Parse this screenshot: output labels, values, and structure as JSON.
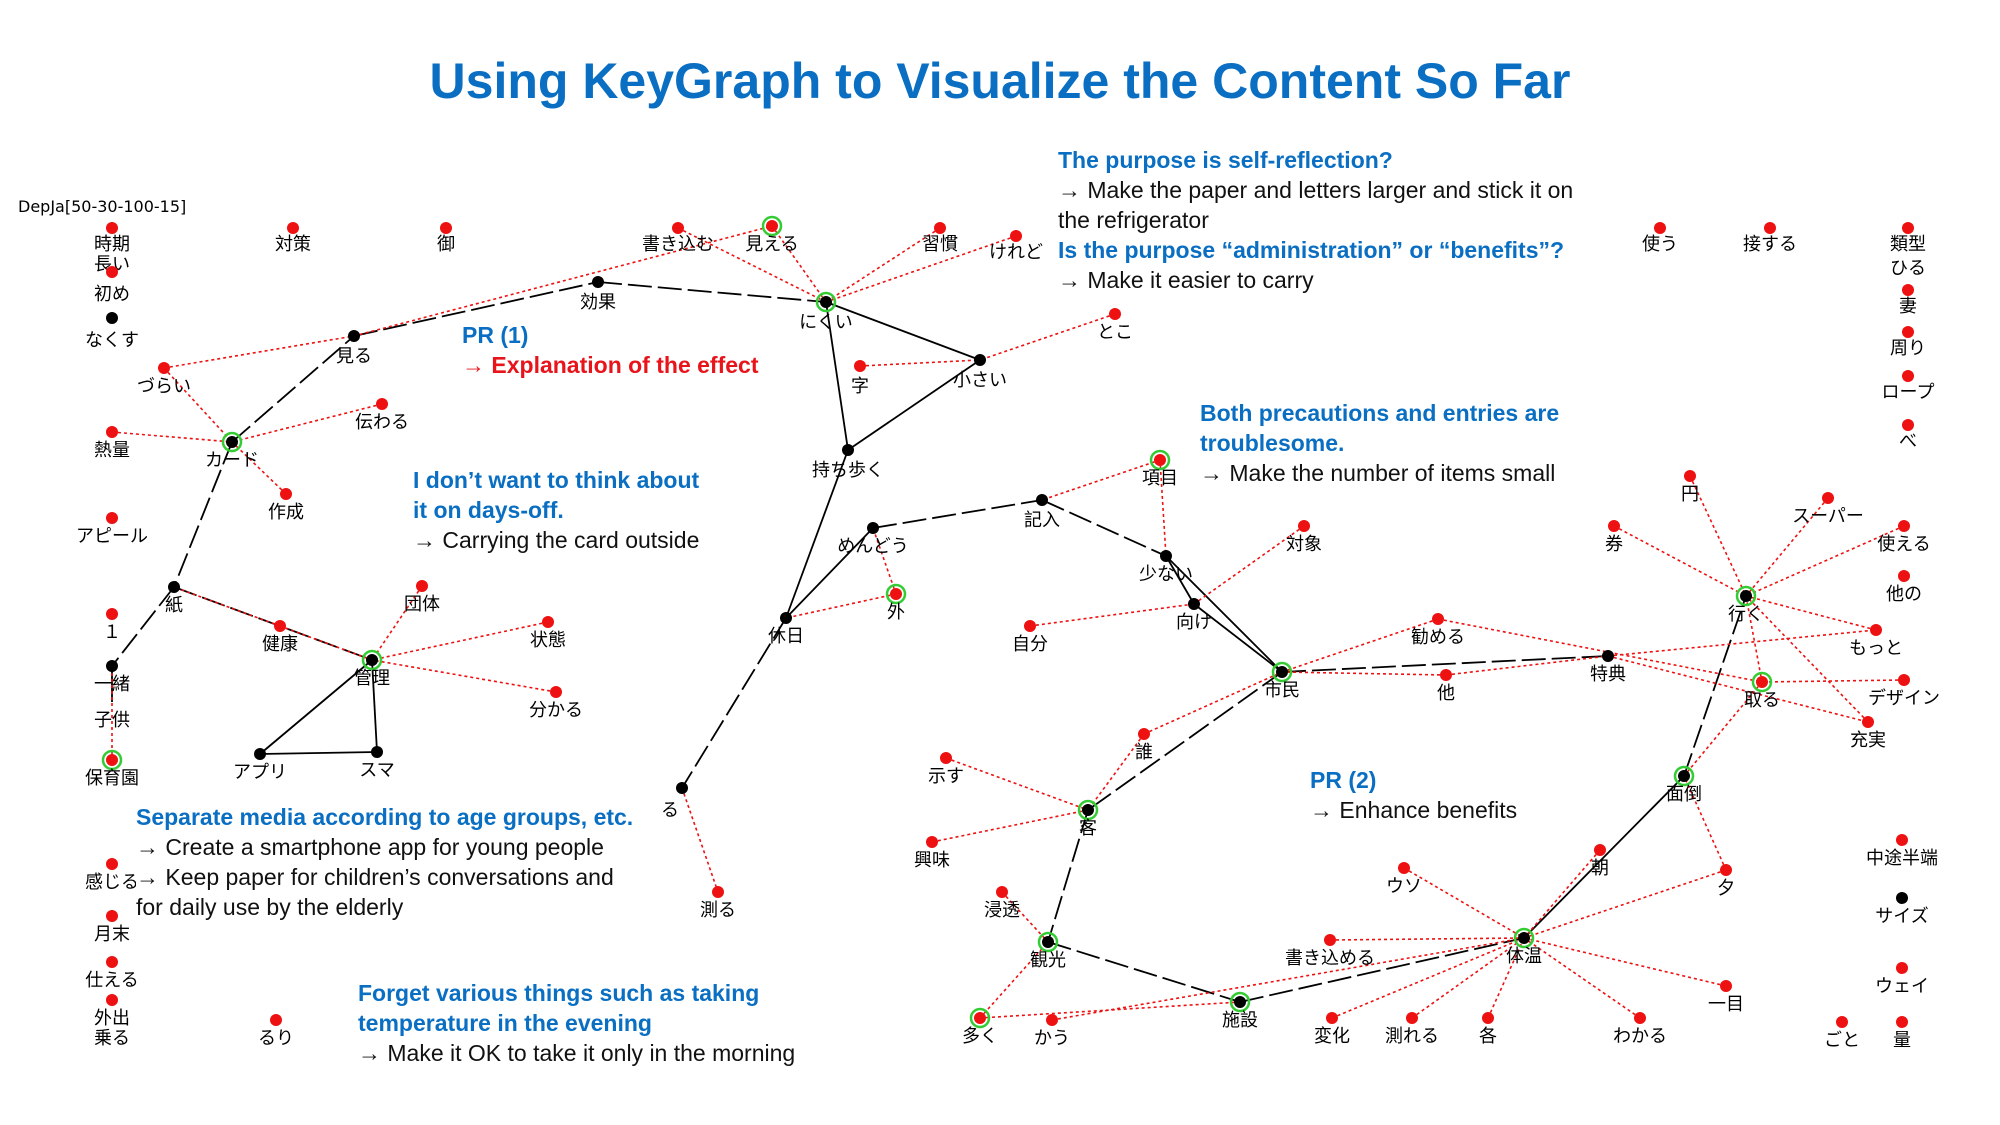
{
  "title": "Using KeyGraph to Visualize the Content So Far",
  "graph": {
    "label": "DepJa[50-30-100-15]",
    "colors": {
      "black_node": "#000000",
      "red_node": "#ee1111",
      "halo": "#33cc33",
      "red_edge": "#ee1111",
      "black_edge": "#000000"
    },
    "nodes": [
      {
        "id": "jiki",
        "label": "時期",
        "type": "red"
      },
      {
        "id": "nagai",
        "label": "長い",
        "type": "none"
      },
      {
        "id": "hajime",
        "label": "初め",
        "type": "red"
      },
      {
        "id": "nakusu",
        "label": "なくす",
        "type": "black"
      },
      {
        "id": "taisaku",
        "label": "対策",
        "type": "red"
      },
      {
        "id": "on",
        "label": "御",
        "type": "red"
      },
      {
        "id": "kakikomu",
        "label": "書き込む",
        "type": "red"
      },
      {
        "id": "mieru",
        "label": "見える",
        "type": "red",
        "halo": true
      },
      {
        "id": "shukan",
        "label": "習慣",
        "type": "red"
      },
      {
        "id": "keredo",
        "label": "けれど",
        "type": "red"
      },
      {
        "id": "tsukau",
        "label": "使う",
        "type": "red"
      },
      {
        "id": "sessuru",
        "label": "接する",
        "type": "red"
      },
      {
        "id": "ruikei",
        "label": "類型",
        "type": "red"
      },
      {
        "id": "hiru",
        "label": "ひる",
        "type": "none"
      },
      {
        "id": "tsuma",
        "label": "妻",
        "type": "red"
      },
      {
        "id": "mawari",
        "label": "周り",
        "type": "red"
      },
      {
        "id": "rope",
        "label": "ロープ",
        "type": "red"
      },
      {
        "id": "be",
        "label": "べ",
        "type": "red"
      },
      {
        "id": "koka",
        "label": "効果",
        "type": "black"
      },
      {
        "id": "nikui",
        "label": "にくい",
        "type": "black",
        "halo": true
      },
      {
        "id": "toko",
        "label": "とこ",
        "type": "red"
      },
      {
        "id": "miru",
        "label": "見る",
        "type": "black"
      },
      {
        "id": "zurai",
        "label": "づらい",
        "type": "red"
      },
      {
        "id": "ji",
        "label": "字",
        "type": "red"
      },
      {
        "id": "chiisai",
        "label": "小さい",
        "type": "black"
      },
      {
        "id": "tsutawaru",
        "label": "伝わる",
        "type": "red"
      },
      {
        "id": "netsuryo",
        "label": "熱量",
        "type": "red"
      },
      {
        "id": "card",
        "label": "カード",
        "type": "black",
        "halo": true
      },
      {
        "id": "mochiaruku",
        "label": "持ち歩く",
        "type": "black"
      },
      {
        "id": "komoku",
        "label": "項目",
        "type": "red",
        "halo": true
      },
      {
        "id": "kinyu",
        "label": "記入",
        "type": "black"
      },
      {
        "id": "sakusei",
        "label": "作成",
        "type": "red"
      },
      {
        "id": "appeal",
        "label": "アピール",
        "type": "red"
      },
      {
        "id": "mendo",
        "label": "めんどう",
        "type": "black"
      },
      {
        "id": "taisho",
        "label": "対象",
        "type": "red"
      },
      {
        "id": "sukunai",
        "label": "少ない",
        "type": "black"
      },
      {
        "id": "kami",
        "label": "紙",
        "type": "black"
      },
      {
        "id": "dantai",
        "label": "団体",
        "type": "red"
      },
      {
        "id": "soto",
        "label": "外",
        "type": "red",
        "halo": true
      },
      {
        "id": "one",
        "label": "１",
        "type": "red"
      },
      {
        "id": "kenko",
        "label": "健康",
        "type": "red"
      },
      {
        "id": "jotai",
        "label": "状態",
        "type": "red"
      },
      {
        "id": "muke",
        "label": "向け",
        "type": "black"
      },
      {
        "id": "kyujitsu",
        "label": "休日",
        "type": "black"
      },
      {
        "id": "jibun",
        "label": "自分",
        "type": "red"
      },
      {
        "id": "susumeru",
        "label": "勧める",
        "type": "red"
      },
      {
        "id": "issho",
        "label": "一緒",
        "type": "black"
      },
      {
        "id": "kanri",
        "label": "管理",
        "type": "black",
        "halo": true
      },
      {
        "id": "shimin",
        "label": "市民",
        "type": "black",
        "halo": true
      },
      {
        "id": "hoka",
        "label": "他",
        "type": "red"
      },
      {
        "id": "tokuten",
        "label": "特典",
        "type": "black"
      },
      {
        "id": "kodomo",
        "label": "子供",
        "type": "none"
      },
      {
        "id": "wakaru2",
        "label": "分かる",
        "type": "red"
      },
      {
        "id": "app",
        "label": "アプリ",
        "type": "black"
      },
      {
        "id": "suma",
        "label": "スマ",
        "type": "black"
      },
      {
        "id": "hoikuen",
        "label": "保育園",
        "type": "red",
        "halo": true
      },
      {
        "id": "dare",
        "label": "誰",
        "type": "red"
      },
      {
        "id": "shimesu",
        "label": "示す",
        "type": "red"
      },
      {
        "id": "ru",
        "label": "る",
        "type": "black"
      },
      {
        "id": "kyaku",
        "label": "客",
        "type": "black",
        "halo": true
      },
      {
        "id": "kyomi",
        "label": "興味",
        "type": "red"
      },
      {
        "id": "kanjiru",
        "label": "感じる",
        "type": "red"
      },
      {
        "id": "hakaru",
        "label": "測る",
        "type": "red"
      },
      {
        "id": "shinto",
        "label": "浸透",
        "type": "red"
      },
      {
        "id": "getsumatsu",
        "label": "月末",
        "type": "red"
      },
      {
        "id": "tsukaeru",
        "label": "仕える",
        "type": "red"
      },
      {
        "id": "kanko",
        "label": "観光",
        "type": "black",
        "halo": true
      },
      {
        "id": "gaishutsu",
        "label": "外出",
        "type": "red"
      },
      {
        "id": "noru",
        "label": "乗る",
        "type": "none"
      },
      {
        "id": "ruri",
        "label": "るり",
        "type": "red"
      },
      {
        "id": "oku",
        "label": "多く",
        "type": "red",
        "halo": true
      },
      {
        "id": "kau",
        "label": "かう",
        "type": "red"
      },
      {
        "id": "shisetsu",
        "label": "施設",
        "type": "black",
        "halo": true
      },
      {
        "id": "henka",
        "label": "変化",
        "type": "red"
      },
      {
        "id": "hakareru",
        "label": "測れる",
        "type": "red"
      },
      {
        "id": "kaku",
        "label": "各",
        "type": "red"
      },
      {
        "id": "kakikomeru",
        "label": "書き込める",
        "type": "red"
      },
      {
        "id": "taion",
        "label": "体温",
        "type": "black",
        "halo": true
      },
      {
        "id": "uso",
        "label": "ウソ",
        "type": "red"
      },
      {
        "id": "asa",
        "label": "朝",
        "type": "red"
      },
      {
        "id": "yu",
        "label": "夕",
        "type": "red"
      },
      {
        "id": "ichimoku",
        "label": "一目",
        "type": "red"
      },
      {
        "id": "wakaru",
        "label": "わかる",
        "type": "red"
      },
      {
        "id": "mendo2",
        "label": "面倒",
        "type": "black",
        "halo": true
      },
      {
        "id": "toru",
        "label": "取る",
        "type": "red",
        "halo": true
      },
      {
        "id": "iku",
        "label": "行く",
        "type": "black",
        "halo": true
      },
      {
        "id": "en",
        "label": "円",
        "type": "red"
      },
      {
        "id": "super",
        "label": "スーパー",
        "type": "red"
      },
      {
        "id": "ken",
        "label": "券",
        "type": "red"
      },
      {
        "id": "tsukaeru2",
        "label": "使える",
        "type": "red"
      },
      {
        "id": "hokano",
        "label": "他の",
        "type": "red"
      },
      {
        "id": "motto",
        "label": "もっと",
        "type": "red"
      },
      {
        "id": "design",
        "label": "デザイン",
        "type": "red"
      },
      {
        "id": "jujitsu",
        "label": "充実",
        "type": "red"
      },
      {
        "id": "chutohanpa",
        "label": "中途半端",
        "type": "red"
      },
      {
        "id": "size",
        "label": "サイズ",
        "type": "black"
      },
      {
        "id": "way",
        "label": "ウェイ",
        "type": "red"
      },
      {
        "id": "goto",
        "label": "ごと",
        "type": "red"
      },
      {
        "id": "ryo",
        "label": "量",
        "type": "red"
      }
    ],
    "edges": [
      [
        "miru",
        "koka",
        "black"
      ],
      [
        "koka",
        "nikui",
        "black"
      ],
      [
        "card",
        "miru",
        "black"
      ],
      [
        "card",
        "kami",
        "black"
      ],
      [
        "kami",
        "issho",
        "black"
      ],
      [
        "kami",
        "kanri",
        "black"
      ],
      [
        "kanri",
        "app",
        "solid"
      ],
      [
        "kanri",
        "suma",
        "solid"
      ],
      [
        "app",
        "suma",
        "solid"
      ],
      [
        "issho",
        "kodomo",
        "solid"
      ],
      [
        "nikui",
        "chiisai",
        "solid"
      ],
      [
        "nikui",
        "mochiaruku",
        "solid"
      ],
      [
        "chiisai",
        "mochiaruku",
        "solid"
      ],
      [
        "mochiaruku",
        "kyujitsu",
        "solid"
      ],
      [
        "kyujitsu",
        "mendo",
        "solid"
      ],
      [
        "mendo",
        "kinyu",
        "black"
      ],
      [
        "kinyu",
        "sukunai",
        "black"
      ],
      [
        "sukunai",
        "muke",
        "solid"
      ],
      [
        "muke",
        "shimin",
        "solid"
      ],
      [
        "sukunai",
        "shimin",
        "solid"
      ],
      [
        "shimin",
        "tokuten",
        "black"
      ],
      [
        "shimin",
        "kyaku",
        "black"
      ],
      [
        "kyaku",
        "kanko",
        "black"
      ],
      [
        "kanko",
        "shisetsu",
        "black"
      ],
      [
        "shisetsu",
        "taion",
        "black"
      ],
      [
        "taion",
        "mendo2",
        "solid"
      ],
      [
        "mendo2",
        "iku",
        "black"
      ],
      [
        "kyujitsu",
        "ru",
        "black"
      ],
      [
        "zurai",
        "card",
        "red"
      ],
      [
        "zurai",
        "miru",
        "red"
      ],
      [
        "tsutawaru",
        "card",
        "red"
      ],
      [
        "netsuryo",
        "card",
        "red"
      ],
      [
        "sakusei",
        "card",
        "red"
      ],
      [
        "miru",
        "mieru",
        "red"
      ],
      [
        "kakikomu",
        "nikui",
        "red"
      ],
      [
        "mieru",
        "nikui",
        "red"
      ],
      [
        "shukan",
        "nikui",
        "red"
      ],
      [
        "keredo",
        "nikui",
        "red"
      ],
      [
        "toko",
        "chiisai",
        "red"
      ],
      [
        "ji",
        "chiisai",
        "red"
      ],
      [
        "komoku",
        "kinyu",
        "red"
      ],
      [
        "komoku",
        "sukunai",
        "red"
      ],
      [
        "soto",
        "mendo",
        "red"
      ],
      [
        "soto",
        "kyujitsu",
        "red"
      ],
      [
        "taisho",
        "muke",
        "red"
      ],
      [
        "jibun",
        "muke",
        "red"
      ],
      [
        "dantai",
        "kanri",
        "red"
      ],
      [
        "jotai",
        "kanri",
        "red"
      ],
      [
        "wakaru2",
        "kanri",
        "red"
      ],
      [
        "kenko",
        "kanri",
        "red"
      ],
      [
        "kenko",
        "kami",
        "red"
      ],
      [
        "hoikuen",
        "issho",
        "red"
      ],
      [
        "susumeru",
        "shimin",
        "red"
      ],
      [
        "susumeru",
        "toru",
        "red"
      ],
      [
        "hoka",
        "shimin",
        "red"
      ],
      [
        "hoka",
        "tokuten",
        "red"
      ],
      [
        "dare",
        "shimin",
        "red"
      ],
      [
        "dare",
        "kyaku",
        "red"
      ],
      [
        "shimesu",
        "kyaku",
        "red"
      ],
      [
        "kyomi",
        "kyaku",
        "red"
      ],
      [
        "shinto",
        "kanko",
        "red"
      ],
      [
        "ru",
        "hakaru",
        "red"
      ],
      [
        "oku",
        "shisetsu",
        "red"
      ],
      [
        "oku",
        "kanko",
        "red"
      ],
      [
        "kau",
        "taion",
        "red"
      ],
      [
        "uso",
        "taion",
        "red"
      ],
      [
        "asa",
        "taion",
        "red"
      ],
      [
        "yu",
        "taion",
        "red"
      ],
      [
        "ichimoku",
        "taion",
        "red"
      ],
      [
        "wakaru",
        "taion",
        "red"
      ],
      [
        "kakikomeru",
        "taion",
        "red"
      ],
      [
        "henka",
        "taion",
        "red"
      ],
      [
        "hakareru",
        "taion",
        "red"
      ],
      [
        "kaku",
        "taion",
        "red"
      ],
      [
        "toru",
        "mendo2",
        "red"
      ],
      [
        "toru",
        "iku",
        "red"
      ],
      [
        "yu",
        "mendo2",
        "red"
      ],
      [
        "en",
        "iku",
        "red"
      ],
      [
        "super",
        "iku",
        "red"
      ],
      [
        "ken",
        "iku",
        "red"
      ],
      [
        "tsukaeru2",
        "iku",
        "red"
      ],
      [
        "motto",
        "iku",
        "red"
      ],
      [
        "jujitsu",
        "iku",
        "red"
      ],
      [
        "tokuten",
        "motto",
        "red"
      ],
      [
        "tokuten",
        "jujitsu",
        "red"
      ],
      [
        "design",
        "toru",
        "red"
      ]
    ]
  },
  "notes": {
    "pr1": {
      "head": "PR (1)",
      "sub": "→ Explanation of the effect"
    },
    "purpose": {
      "h1": "The purpose is self-reflection?",
      "l1": "→ Make the paper and letters larger and stick it on",
      "l2": "the refrigerator",
      "h2": "Is the purpose “administration” or “benefits”?",
      "l3": "→ Make it easier to carry"
    },
    "dayoff": {
      "h1": "I don’t want to think about",
      "h2": "it on days-off.",
      "l1": "→ Carrying the card outside"
    },
    "precaution": {
      "h1": "Both precautions and entries are",
      "h2": "troublesome.",
      "l1": "→ Make the number of items small"
    },
    "pr2": {
      "head": "PR (2)",
      "sub": "→ Enhance benefits"
    },
    "media": {
      "h1": "Separate media according to age groups, etc.",
      "l1": "→ Create a smartphone app for young people",
      "l2": "→ Keep paper for children’s conversations and",
      "l3": "for daily use by the elderly"
    },
    "forget": {
      "h1": "Forget various things such as taking",
      "h2": "temperature in the evening",
      "l1": "→ Make it OK to take it only in the morning"
    }
  }
}
